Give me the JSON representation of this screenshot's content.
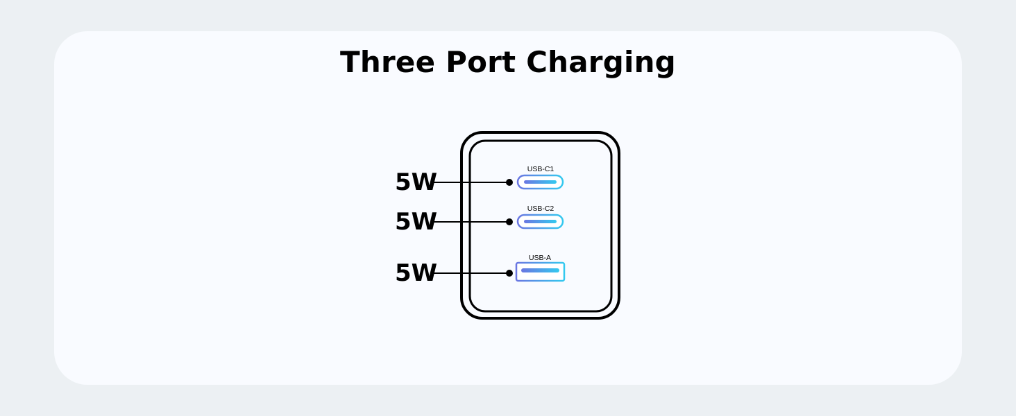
{
  "title": "Three Port Charging",
  "colors": {
    "page_background": "#ecf0f3",
    "card_background": "#f9fbff",
    "port_gradient_start": "#6a76e2",
    "port_gradient_end": "#33c9ef",
    "outline": "#000000"
  },
  "ports": [
    {
      "name": "USB-C1",
      "kind": "usb-c",
      "power": "5W"
    },
    {
      "name": "USB-C2",
      "kind": "usb-c",
      "power": "5W"
    },
    {
      "name": "USB-A",
      "kind": "usb-a",
      "power": "5W"
    }
  ]
}
